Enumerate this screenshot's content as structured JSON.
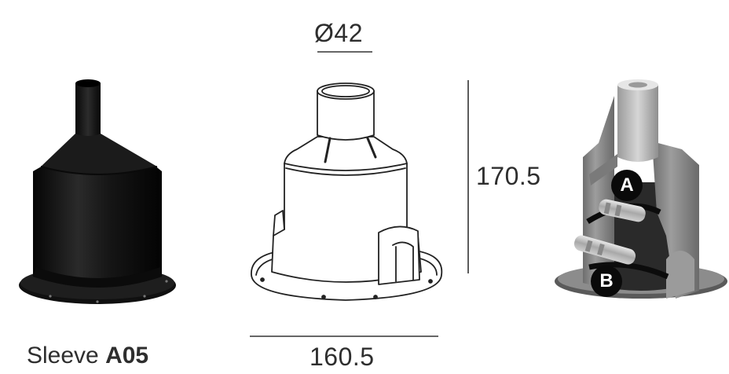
{
  "caption": {
    "prefix": "Sleeve",
    "code": "A05"
  },
  "dimensions": {
    "top_diameter": "Ø42",
    "height": "170.5",
    "base_width": "160.5"
  },
  "callouts": {
    "a": "A",
    "b": "B"
  },
  "colors": {
    "sleeve_black": "#141414",
    "outline": "#222222",
    "cutaway_grey": "#8a8a8a",
    "callout_bg": "#0a0a0a",
    "callout_text": "#ffffff"
  }
}
